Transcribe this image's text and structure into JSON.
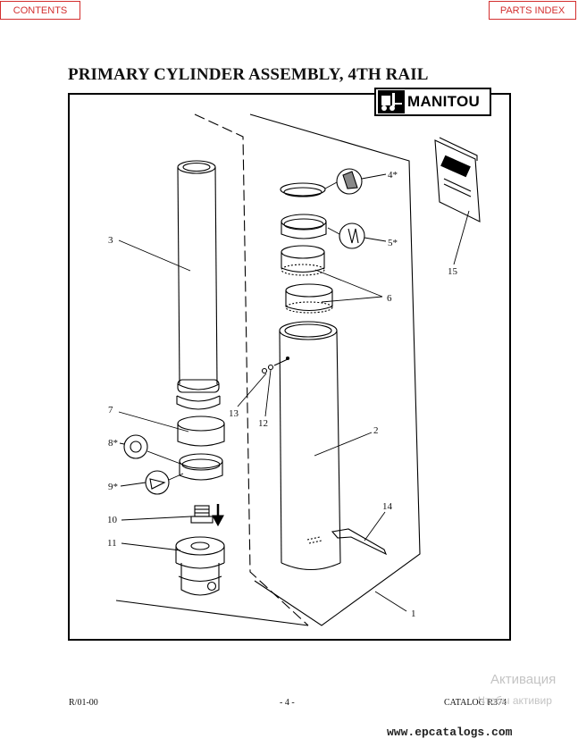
{
  "nav": {
    "contents_label": "CONTENTS",
    "parts_index_label": "PARTS INDEX"
  },
  "page_title": "PRIMARY CYLINDER ASSEMBLY, 4TH RAIL",
  "logo": {
    "brand": "MANITOU",
    "icon": "forklift-icon"
  },
  "callouts": [
    {
      "id": "1",
      "label": "1"
    },
    {
      "id": "2",
      "label": "2"
    },
    {
      "id": "3",
      "label": "3"
    },
    {
      "id": "4",
      "label": "4*"
    },
    {
      "id": "5",
      "label": "5*"
    },
    {
      "id": "6",
      "label": "6"
    },
    {
      "id": "7",
      "label": "7"
    },
    {
      "id": "8",
      "label": "8*"
    },
    {
      "id": "9",
      "label": "9*"
    },
    {
      "id": "10",
      "label": "10"
    },
    {
      "id": "11",
      "label": "11"
    },
    {
      "id": "12",
      "label": "12"
    },
    {
      "id": "13",
      "label": "13"
    },
    {
      "id": "14",
      "label": "14"
    },
    {
      "id": "15",
      "label": "15"
    }
  ],
  "footer": {
    "date": "R/01-00",
    "page": "- 4 -",
    "catalog": "CATALOG R374"
  },
  "watermark": {
    "line1": "Активация",
    "line2": "Чтобы активир"
  },
  "site": "www.epcatalogs.com",
  "colors": {
    "nav_red": "#d32f2f",
    "ink": "#000000"
  }
}
